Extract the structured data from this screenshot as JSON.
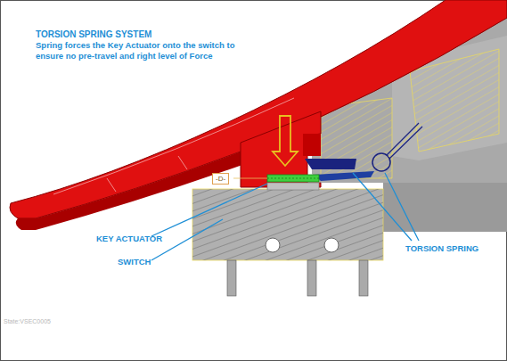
{
  "diagram": {
    "title": "TORSION SPRING SYSTEM",
    "nodes": [
      {
        "text": [
          "-D-"
        ]
      }
    ],
    "labels": [
      "Spring forces the Key Actuator onto the switch to ensure no pre-travel and right level of Force",
      "KEY ACTUATOR",
      "SWITCH",
      "TORSION SPRING",
      "State:VSEC0005"
    ]
  }
}
